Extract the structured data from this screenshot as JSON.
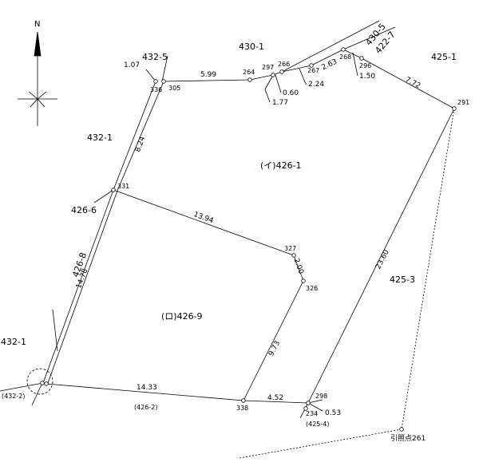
{
  "north": "N",
  "lots": {
    "l430_1": "430-1",
    "l425_1": "425-1",
    "l432_5": "432-5",
    "l432_1_top": "432-1",
    "l426_1": "(イ)426-1",
    "l426_6": "426-6",
    "l426_8": "426-8",
    "l425_3": "425-3",
    "l426_9": "(ロ)426-9",
    "l432_1_left": "432-1",
    "l430_5": "430-5",
    "l422_7": "422-7"
  },
  "paren_labels": {
    "p432_2": "(432-2)",
    "p426_2": "(426-2)",
    "p425_4": "(425-4)"
  },
  "points": {
    "p336": "336",
    "p305": "305",
    "p264": "264",
    "p297": "297",
    "p266": "266",
    "p267": "267",
    "p268": "268",
    "p296": "296",
    "p291": "291",
    "p331": "331",
    "p327": "327",
    "p326": "326",
    "p338": "338",
    "p298": "298",
    "p234": "234"
  },
  "reference_point": "引照点261",
  "dimensions": {
    "d1_07": "1.07",
    "d5_99": "5.99",
    "d1_77": "1.77",
    "d0_60": "0.60",
    "d2_24": "2.24",
    "d2_63": "2.63",
    "d1_50": "1.50",
    "d7_72": "7.72",
    "d8_24": "8.24",
    "d13_94": "13.94",
    "d2_00": "2.00",
    "d14_78": "14.78",
    "d23_60": "23.60",
    "d9_73": "9.73",
    "d14_33": "14.33",
    "d4_52": "4.52",
    "d0_53": "0.53"
  }
}
